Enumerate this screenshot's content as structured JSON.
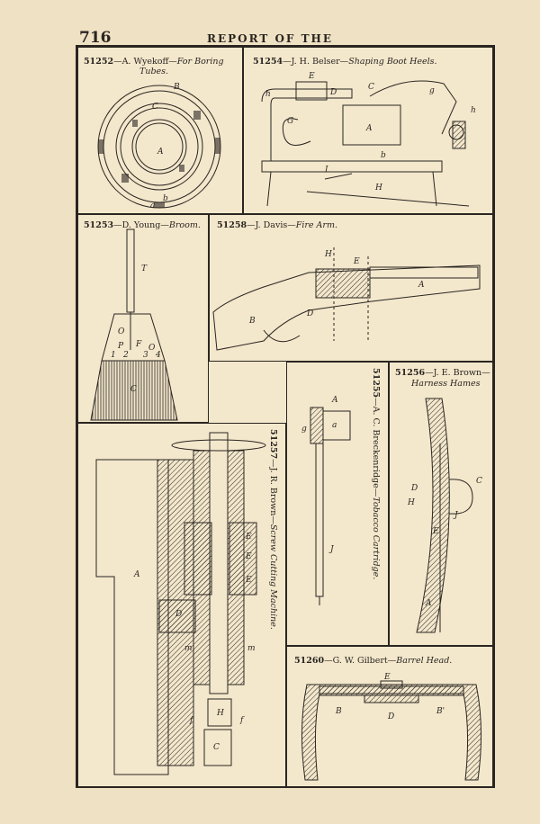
{
  "header": {
    "page_number": "716",
    "running_head": "REPORT OF THE"
  },
  "panels": {
    "p51252": {
      "number": "51252",
      "text": "—A. Wyekoff—",
      "title": "For Boring",
      "title2": "Tubes.",
      "labels": [
        "B",
        "C",
        "A",
        "a",
        "b"
      ]
    },
    "p51254": {
      "number": "51254",
      "text": "—J. H. Belser—",
      "title": "Shaping Boot Heels.",
      "labels": [
        "E",
        "D",
        "C",
        "h",
        "G",
        "A",
        "g",
        "b",
        "h",
        "I",
        "H"
      ]
    },
    "p51253": {
      "number": "51253",
      "text": "—D. Young—",
      "title": "Broom.",
      "labels": [
        "T",
        "O",
        "P",
        "F",
        "O",
        "1",
        "2",
        "3",
        "4",
        "C"
      ]
    },
    "p51258": {
      "number": "51258",
      "text": "—J. Davis—",
      "title": "Fire Arm.",
      "labels": [
        "H",
        "E",
        "A",
        "B",
        "D"
      ]
    },
    "p51255": {
      "number": "51255",
      "text": "—A. C. Breckenridge—",
      "title": "Tobacco Cartridge.",
      "labels": [
        "A",
        "a",
        "g",
        "J"
      ]
    },
    "p51256": {
      "number": "51256",
      "text": "—J. E. Brown—",
      "title": "Harness Hames",
      "labels": [
        "D",
        "H",
        "C",
        "J",
        "E",
        "A"
      ]
    },
    "p51257": {
      "number": "51257",
      "text": "—J. R. Brown—",
      "title": "Screw Cutting Machine.",
      "labels": [
        "A",
        "E",
        "E",
        "E",
        "D",
        "m",
        "m",
        "H",
        "f",
        "f",
        "C"
      ]
    },
    "p51260": {
      "number": "51260",
      "text": "—G. W. Gilbert—",
      "title": "Barrel Head.",
      "labels": [
        "E",
        "B",
        "D",
        "B'"
      ]
    }
  }
}
